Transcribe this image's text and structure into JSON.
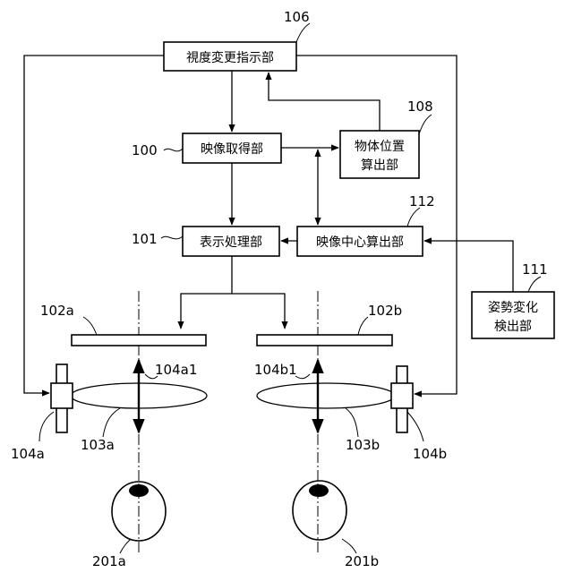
{
  "blocks": {
    "viewpoint_change_instructor": "視度変更指示部",
    "image_acquisition": "映像取得部",
    "object_position_line1": "物体位置",
    "object_position_line2": "算出部",
    "display_processing": "表示処理部",
    "image_center_calc": "映像中心算出部",
    "posture_change_line1": "姿勢変化",
    "posture_change_line2": "検出部"
  },
  "refs": {
    "r106": "106",
    "r108": "108",
    "r100": "100",
    "r112": "112",
    "r101": "101",
    "r111": "111",
    "r102a": "102a",
    "r102b": "102b",
    "r104a1": "104a1",
    "r104b1": "104b1",
    "r104a": "104a",
    "r104b": "104b",
    "r103a": "103a",
    "r103b": "103b",
    "r201a": "201a",
    "r201b": "201b"
  }
}
